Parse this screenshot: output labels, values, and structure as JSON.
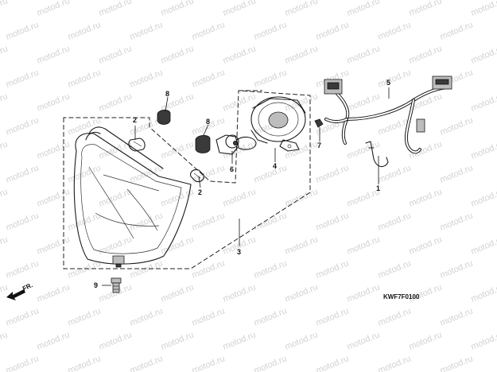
{
  "watermark": {
    "text": "motod.ru"
  },
  "direction_marker": {
    "label": "FR."
  },
  "diagram_code": "KWF7F0100",
  "callouts": [
    {
      "id": "1",
      "text": "1"
    },
    {
      "id": "2a",
      "text": "2"
    },
    {
      "id": "2b",
      "text": "2"
    },
    {
      "id": "3",
      "text": "3"
    },
    {
      "id": "4",
      "text": "4"
    },
    {
      "id": "5",
      "text": "5"
    },
    {
      "id": "6",
      "text": "6"
    },
    {
      "id": "7",
      "text": "7"
    },
    {
      "id": "8a",
      "text": "8"
    },
    {
      "id": "8b",
      "text": "8"
    },
    {
      "id": "9",
      "text": "9"
    }
  ]
}
